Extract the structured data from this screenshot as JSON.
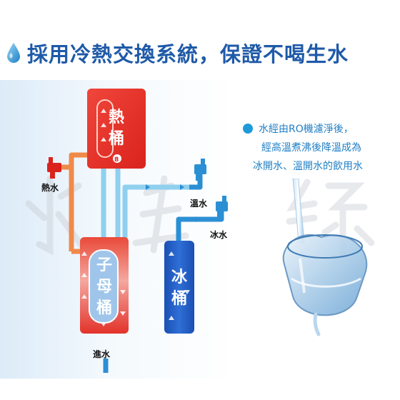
{
  "title": "採用冷熱交換系統，保證不喝生水",
  "diagram": {
    "hot_tank_label": "熱\n桶",
    "mother_tank_label": "子\n母\n桶",
    "ice_tank_label": "冰\n桶",
    "hot_water_outlet": "熱水",
    "warm_water_outlet": "溫水",
    "ice_water_outlet": "冰水",
    "inlet_label": "進水"
  },
  "description": {
    "lines": [
      "水經由RO機濾淨後，",
      "經高溫煮沸後降溫成為",
      "冰開水、溫開水的飲用水"
    ]
  },
  "colors": {
    "title": "#1f5aa8",
    "hot": "#e8332b",
    "cold": "#1d5cc2",
    "description": "#1f7fc4",
    "accent": "#1e9ad8"
  },
  "icons": [
    "water-drop-icon",
    "water-glass-illustration"
  ]
}
